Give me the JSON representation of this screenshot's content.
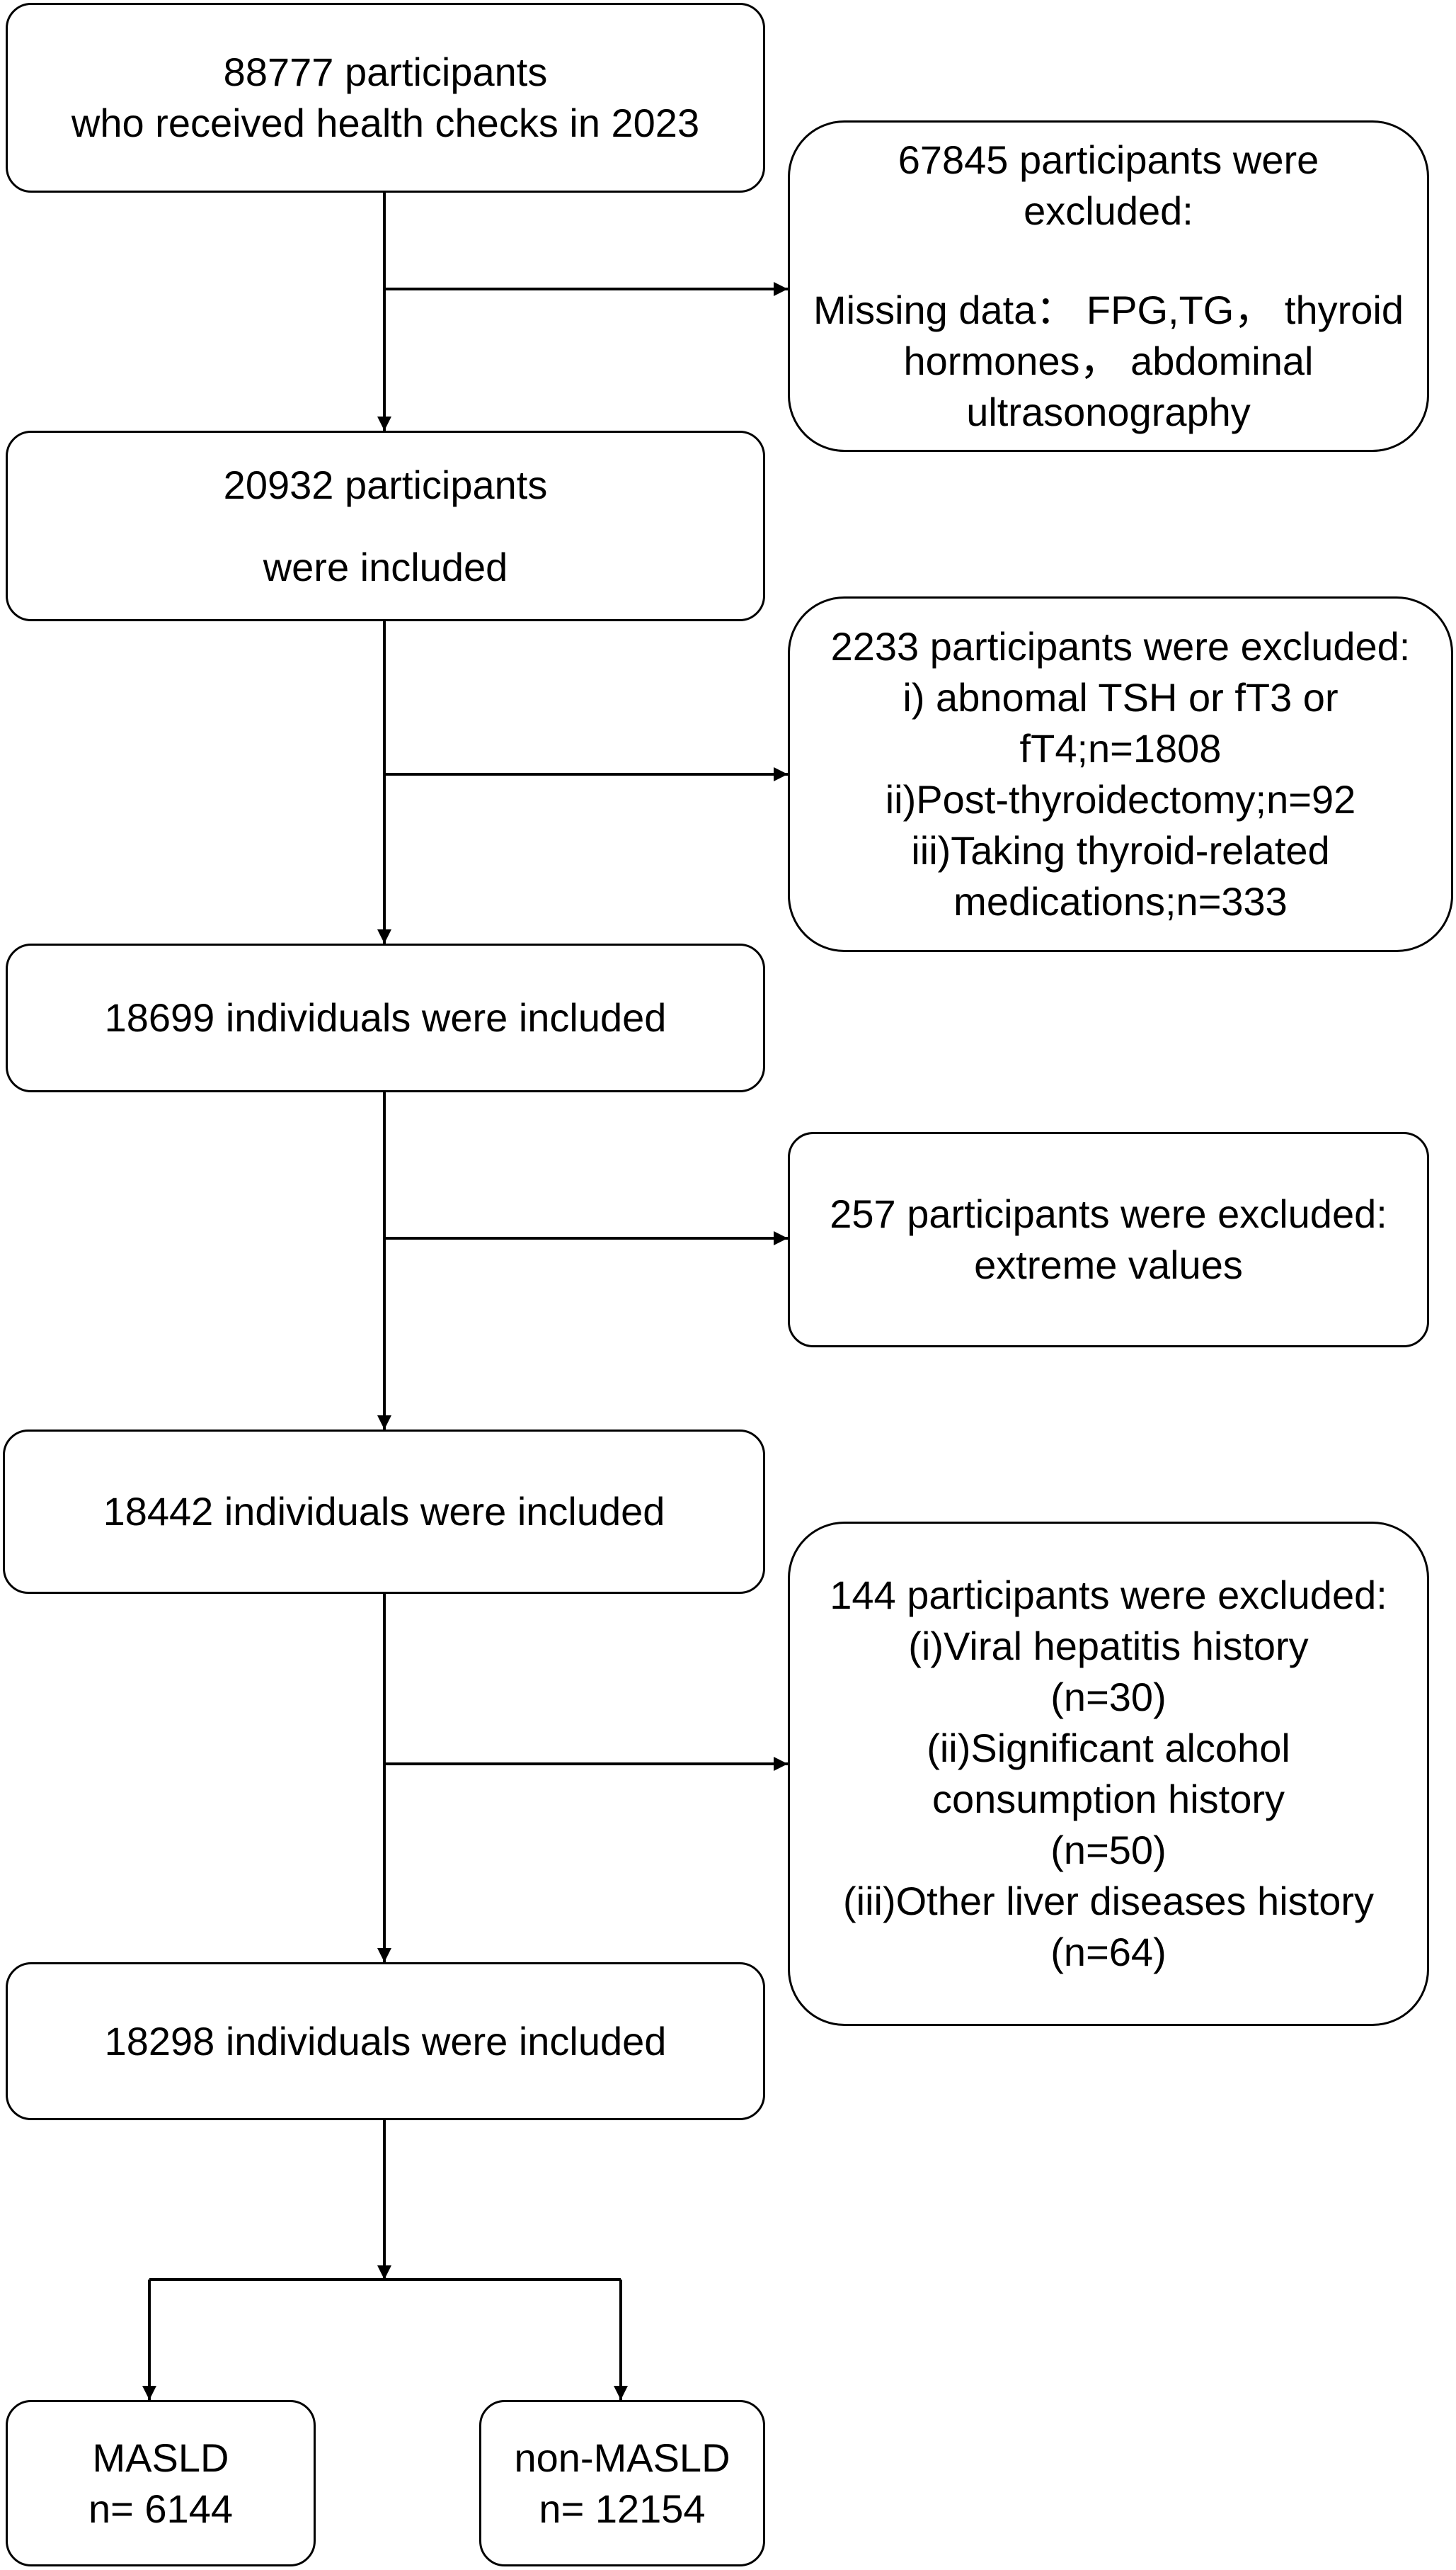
{
  "flowchart": {
    "main": [
      {
        "lines": [
          "88777 participants",
          "who received health checks in 2023"
        ]
      },
      {
        "lines": [
          "20932 participants",
          "were included"
        ]
      },
      {
        "lines": [
          "18699 individuals were included"
        ]
      },
      {
        "lines": [
          "18442 individuals were included"
        ]
      },
      {
        "lines": [
          "18298 individuals were included"
        ]
      }
    ],
    "excluded": [
      {
        "lines": [
          "67845 participants were",
          "excluded:",
          "Missing data： FPG,TG， thyroid",
          "hormones， abdominal",
          "ultrasonography"
        ]
      },
      {
        "lines": [
          "2233 participants were excluded:",
          "i) abnomal  TSH or fT3 or",
          "fT4;n=1808",
          "ii)Post-thyroidectomy;n=92",
          "iii)Taking thyroid-related",
          "medications;n=333"
        ]
      },
      {
        "lines": [
          "257 participants were excluded:",
          "extreme values"
        ]
      },
      {
        "lines": [
          "144 participants were excluded:",
          "(i)Viral hepatitis history",
          "(n=30)",
          "(ii)Significant alcohol",
          "consumption history",
          "(n=50)",
          "(iii)Other liver diseases history",
          "(n=64)"
        ]
      }
    ],
    "groups": [
      {
        "lines": [
          "MASLD",
          "n= 6144"
        ]
      },
      {
        "lines": [
          "non-MASLD",
          "n= 12154"
        ]
      }
    ]
  }
}
